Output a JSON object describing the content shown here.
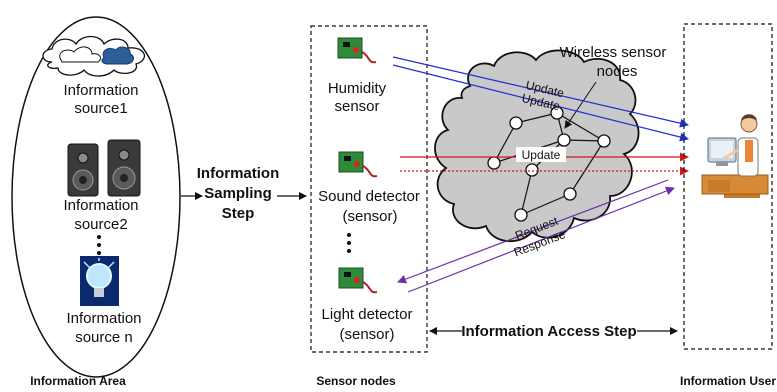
{
  "area": {
    "caption": "Information Area",
    "source1": [
      "Information",
      "source1"
    ],
    "source2": [
      "Information",
      "source2"
    ],
    "sourcen": [
      "Information",
      "source n"
    ]
  },
  "sampling_step": [
    "Information",
    "Sampling",
    "Step"
  ],
  "sensors": {
    "caption": "Sensor nodes",
    "humidity": [
      "Humidity",
      "sensor"
    ],
    "sound": [
      "Sound detector",
      "(sensor)"
    ],
    "light": [
      "Light detector",
      "(sensor)"
    ]
  },
  "network": {
    "title": [
      "Wireless sensor",
      "nodes"
    ],
    "update": "Update",
    "request": "Request",
    "response": "Response"
  },
  "access_step": "Information Access Step",
  "user": {
    "caption": "Information User"
  },
  "colors": {
    "update_blue": "#1f2fd0",
    "update_red": "#d01818",
    "request_purple": "#6b2fa8",
    "cloud_fill": "#c9c9c9"
  }
}
